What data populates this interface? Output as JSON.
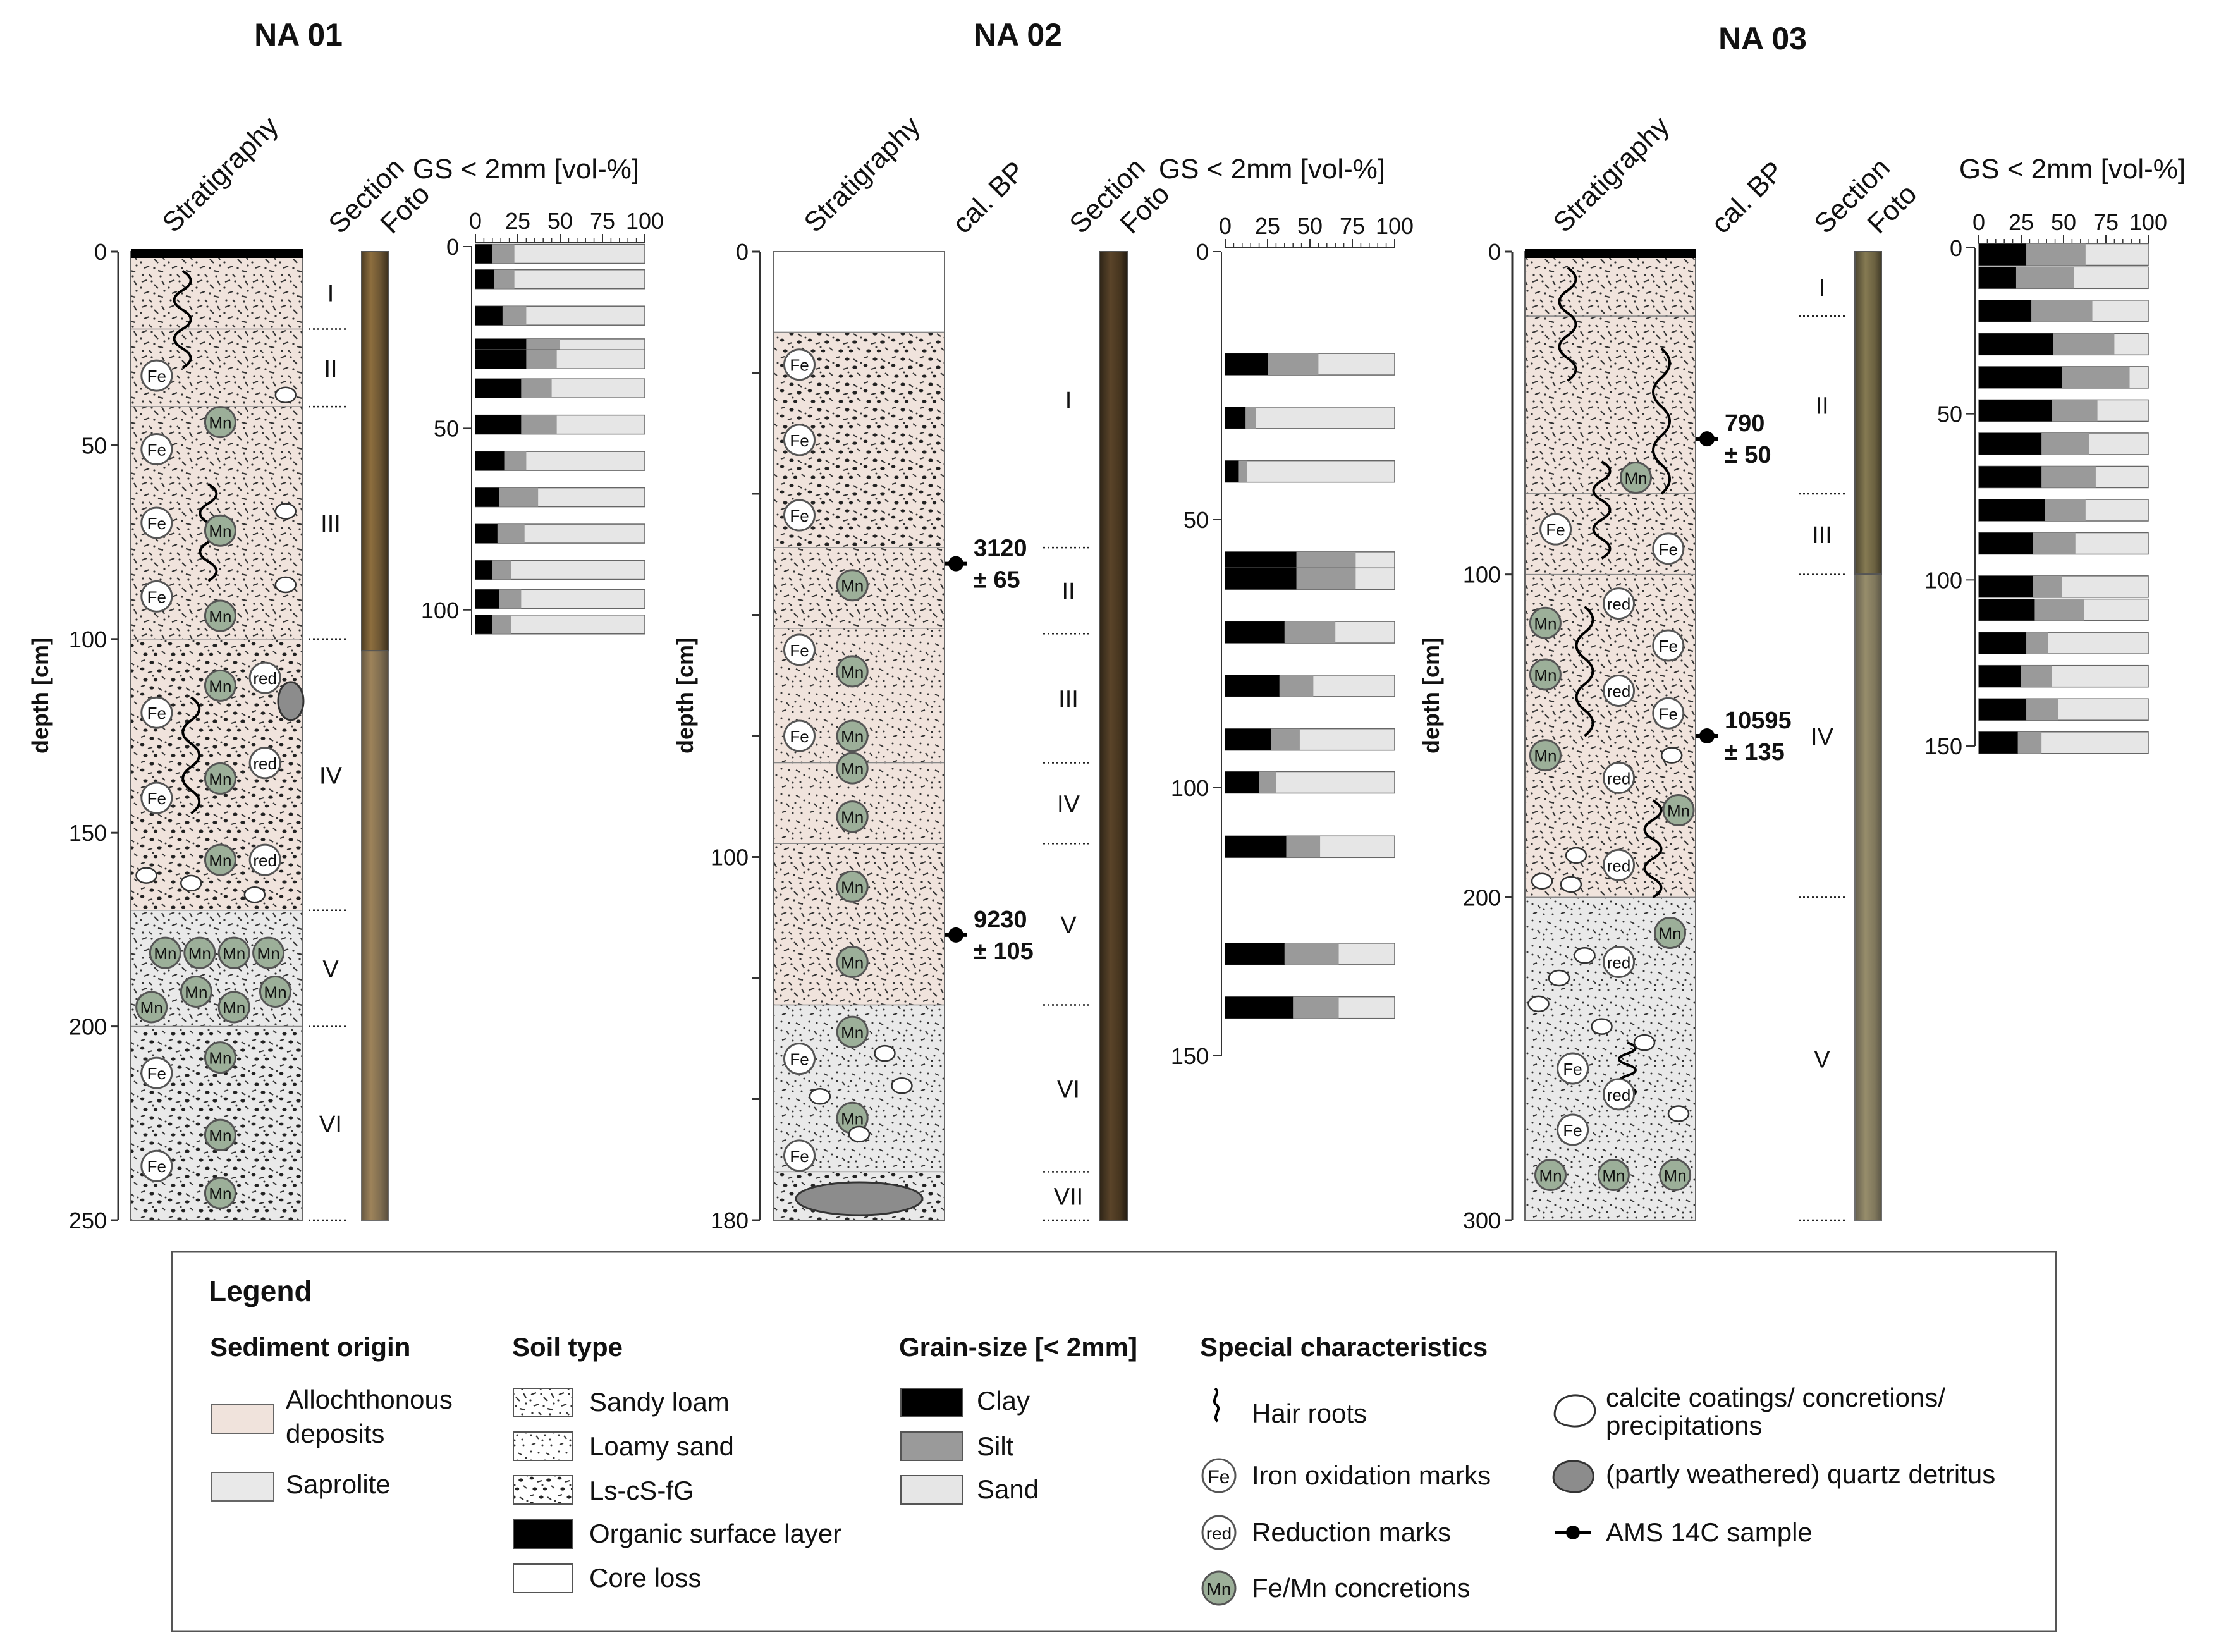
{
  "colors": {
    "allochthonous": "#f0e3dc",
    "saprolite": "#e9e9e9",
    "clay": "#000000",
    "silt": "#9a9a9a",
    "sand": "#e6e6e6",
    "mn": "#9caf99",
    "quartz": "#8c8c8c"
  },
  "profiles": [
    {
      "title": "NA 01",
      "maxDepth": 250,
      "stratigraphy_label": "Stratigraphy",
      "section_label": "Section",
      "foto_label": "Foto",
      "has_calbp": false,
      "yticks": [
        "0",
        "50",
        "100",
        "150",
        "200",
        "250"
      ],
      "ylabel": "depth [cm]",
      "gs_label": "GS < 2mm [vol-%]",
      "gs_ticks": [
        "0",
        "25",
        "50",
        "75",
        "100"
      ],
      "gs_depth_ticks": [
        "0",
        "50",
        "100"
      ],
      "organic_top": true,
      "units": [
        {
          "from": 0,
          "to": 20,
          "origin": "allochthonous",
          "soil": "sandy"
        },
        {
          "from": 20,
          "to": 40,
          "origin": "allochthonous",
          "soil": "sandy"
        },
        {
          "from": 40,
          "to": 100,
          "origin": "allochthonous",
          "soil": "sandy"
        },
        {
          "from": 100,
          "to": 170,
          "origin": "allochthonous",
          "soil": "ls"
        },
        {
          "from": 170,
          "to": 200,
          "origin": "saprolite",
          "soil": "sandy"
        },
        {
          "from": 200,
          "to": 250,
          "origin": "saprolite",
          "soil": "ls"
        }
      ],
      "sections": [
        {
          "label": "I",
          "from": 1,
          "to": 20
        },
        {
          "label": "II",
          "from": 20,
          "to": 40
        },
        {
          "label": "III",
          "from": 40,
          "to": 100
        },
        {
          "label": "IV",
          "from": 100,
          "to": 170
        },
        {
          "label": "V",
          "from": 170,
          "to": 200
        },
        {
          "label": "VI",
          "from": 200,
          "to": 250
        }
      ],
      "symbols": [
        {
          "k": "fe",
          "x": 0.15,
          "d": 32
        },
        {
          "k": "fe",
          "x": 0.15,
          "d": 51
        },
        {
          "k": "fe",
          "x": 0.15,
          "d": 70
        },
        {
          "k": "fe",
          "x": 0.15,
          "d": 89
        },
        {
          "k": "fe",
          "x": 0.15,
          "d": 119
        },
        {
          "k": "fe",
          "x": 0.15,
          "d": 141
        },
        {
          "k": "fe",
          "x": 0.15,
          "d": 212
        },
        {
          "k": "fe",
          "x": 0.15,
          "d": 236
        },
        {
          "k": "mn",
          "x": 0.52,
          "d": 44
        },
        {
          "k": "mn",
          "x": 0.52,
          "d": 72
        },
        {
          "k": "mn",
          "x": 0.52,
          "d": 94
        },
        {
          "k": "mn",
          "x": 0.52,
          "d": 112
        },
        {
          "k": "mn",
          "x": 0.52,
          "d": 136
        },
        {
          "k": "mn",
          "x": 0.52,
          "d": 157
        },
        {
          "k": "mn",
          "x": 0.2,
          "d": 181
        },
        {
          "k": "mn",
          "x": 0.4,
          "d": 181
        },
        {
          "k": "mn",
          "x": 0.6,
          "d": 181
        },
        {
          "k": "mn",
          "x": 0.8,
          "d": 181
        },
        {
          "k": "mn",
          "x": 0.12,
          "d": 195
        },
        {
          "k": "mn",
          "x": 0.38,
          "d": 191
        },
        {
          "k": "mn",
          "x": 0.6,
          "d": 195
        },
        {
          "k": "mn",
          "x": 0.84,
          "d": 191
        },
        {
          "k": "mn",
          "x": 0.52,
          "d": 208
        },
        {
          "k": "mn",
          "x": 0.52,
          "d": 228
        },
        {
          "k": "mn",
          "x": 0.52,
          "d": 243
        },
        {
          "k": "red",
          "x": 0.78,
          "d": 110
        },
        {
          "k": "red",
          "x": 0.78,
          "d": 132
        },
        {
          "k": "red",
          "x": 0.78,
          "d": 157
        },
        {
          "k": "calc",
          "x": 0.9,
          "d": 37
        },
        {
          "k": "calc",
          "x": 0.9,
          "d": 67
        },
        {
          "k": "calc",
          "x": 0.9,
          "d": 86
        },
        {
          "k": "calc",
          "x": 0.09,
          "d": 161
        },
        {
          "k": "calc",
          "x": 0.35,
          "d": 163
        },
        {
          "k": "calc",
          "x": 0.72,
          "d": 166
        },
        {
          "k": "quartz",
          "x": 0.93,
          "d": 116
        }
      ],
      "roots": [
        [
          0.3,
          5,
          30
        ],
        [
          0.45,
          60,
          85
        ],
        [
          0.35,
          115,
          145
        ]
      ],
      "ams": [],
      "gs_bars": [
        {
          "d": 2,
          "clay": 10,
          "silt": 13
        },
        {
          "d": 9,
          "clay": 11,
          "silt": 12
        },
        {
          "d": 19,
          "clay": 16,
          "silt": 14
        },
        {
          "d": 28,
          "clay": 30,
          "silt": 20
        },
        {
          "d": 31,
          "clay": 30,
          "silt": 18
        },
        {
          "d": 39,
          "clay": 27,
          "silt": 18
        },
        {
          "d": 49,
          "clay": 27,
          "silt": 21
        },
        {
          "d": 59,
          "clay": 17,
          "silt": 13
        },
        {
          "d": 69,
          "clay": 14,
          "silt": 23
        },
        {
          "d": 79,
          "clay": 13,
          "silt": 16
        },
        {
          "d": 89,
          "clay": 10,
          "silt": 11
        },
        {
          "d": 97,
          "clay": 14,
          "silt": 13
        },
        {
          "d": 104,
          "clay": 10,
          "silt": 11
        }
      ]
    },
    {
      "title": "NA 02",
      "maxDepth": 180,
      "stratigraphy_label": "Stratigraphy",
      "calbp_label": "cal. BP",
      "section_label": "Section",
      "foto_label": "Foto",
      "has_calbp": true,
      "yticks": [
        "0",
        "",
        "",
        "",
        "",
        "100",
        "",
        "",
        "180"
      ],
      "ylabel": "depth [cm]",
      "gs_label": "GS < 2mm [vol-%]",
      "gs_ticks": [
        "0",
        "25",
        "50",
        "75",
        "100"
      ],
      "gs_depth_ticks": [
        "0",
        "50",
        "100",
        "150"
      ],
      "organic_top": false,
      "core_loss": [
        0,
        15
      ],
      "units": [
        {
          "from": 15,
          "to": 55,
          "origin": "allochthonous",
          "soil": "ls"
        },
        {
          "from": 55,
          "to": 70,
          "origin": "allochthonous",
          "soil": "sandy"
        },
        {
          "from": 70,
          "to": 95,
          "origin": "allochthonous",
          "soil": "loamy"
        },
        {
          "from": 95,
          "to": 110,
          "origin": "allochthonous",
          "soil": "loamy"
        },
        {
          "from": 110,
          "to": 140,
          "origin": "allochthonous",
          "soil": "sandy"
        },
        {
          "from": 140,
          "to": 171,
          "origin": "saprolite",
          "soil": "loamy"
        },
        {
          "from": 171,
          "to": 180,
          "origin": "saprolite",
          "soil": "ls"
        }
      ],
      "sections": [
        {
          "label": "I",
          "from": 0,
          "to": 55
        },
        {
          "label": "II",
          "from": 55,
          "to": 71
        },
        {
          "label": "III",
          "from": 71,
          "to": 95
        },
        {
          "label": "IV",
          "from": 95,
          "to": 110
        },
        {
          "label": "V",
          "from": 110,
          "to": 140
        },
        {
          "label": "VI",
          "from": 140,
          "to": 171
        },
        {
          "label": "VII",
          "from": 171,
          "to": 180
        }
      ],
      "symbols": [
        {
          "k": "fe",
          "x": 0.15,
          "d": 21
        },
        {
          "k": "fe",
          "x": 0.15,
          "d": 35
        },
        {
          "k": "fe",
          "x": 0.15,
          "d": 49
        },
        {
          "k": "fe",
          "x": 0.15,
          "d": 74
        },
        {
          "k": "fe",
          "x": 0.15,
          "d": 90
        },
        {
          "k": "fe",
          "x": 0.15,
          "d": 150
        },
        {
          "k": "fe",
          "x": 0.15,
          "d": 168
        },
        {
          "k": "mn",
          "x": 0.46,
          "d": 62
        },
        {
          "k": "mn",
          "x": 0.46,
          "d": 78
        },
        {
          "k": "mn",
          "x": 0.46,
          "d": 90
        },
        {
          "k": "mn",
          "x": 0.46,
          "d": 96
        },
        {
          "k": "mn",
          "x": 0.46,
          "d": 105
        },
        {
          "k": "mn",
          "x": 0.46,
          "d": 118
        },
        {
          "k": "mn",
          "x": 0.46,
          "d": 132
        },
        {
          "k": "mn",
          "x": 0.46,
          "d": 145
        },
        {
          "k": "mn",
          "x": 0.46,
          "d": 161
        },
        {
          "k": "calc",
          "x": 0.65,
          "d": 149
        },
        {
          "k": "calc",
          "x": 0.27,
          "d": 157
        },
        {
          "k": "calc",
          "x": 0.75,
          "d": 155
        },
        {
          "k": "calc",
          "x": 0.5,
          "d": 164
        },
        {
          "k": "quartz",
          "x": 0.5,
          "d": 176
        }
      ],
      "roots": [],
      "ams": [
        {
          "d": 58,
          "age": "3120",
          "err": "± 65"
        },
        {
          "d": 127,
          "age": "9230",
          "err": "± 105"
        }
      ],
      "gs_bars": [
        {
          "d": 21,
          "clay": 25,
          "silt": 30
        },
        {
          "d": 31,
          "clay": 12,
          "silt": 6
        },
        {
          "d": 41,
          "clay": 8,
          "silt": 5
        },
        {
          "d": 58,
          "clay": 42,
          "silt": 35
        },
        {
          "d": 61,
          "clay": 42,
          "silt": 35
        },
        {
          "d": 71,
          "clay": 35,
          "silt": 30
        },
        {
          "d": 81,
          "clay": 32,
          "silt": 20
        },
        {
          "d": 91,
          "clay": 27,
          "silt": 17
        },
        {
          "d": 99,
          "clay": 20,
          "silt": 10
        },
        {
          "d": 111,
          "clay": 36,
          "silt": 20
        },
        {
          "d": 131,
          "clay": 35,
          "silt": 32
        },
        {
          "d": 141,
          "clay": 40,
          "silt": 27
        }
      ]
    },
    {
      "title": "NA 03",
      "maxDepth": 300,
      "stratigraphy_label": "Stratigraphy",
      "calbp_label": "cal. BP",
      "section_label": "Section",
      "foto_label": "Foto",
      "has_calbp": true,
      "yticks": [
        "0",
        "100",
        "200",
        "300"
      ],
      "ylabel": "depth [cm]",
      "gs_label": "GS < 2mm [vol-%]",
      "gs_ticks": [
        "0",
        "25",
        "50",
        "75",
        "100"
      ],
      "gs_depth_ticks": [
        "0",
        "50",
        "100",
        "150"
      ],
      "organic_top": true,
      "units": [
        {
          "from": 0,
          "to": 20,
          "origin": "allochthonous",
          "soil": "sandy"
        },
        {
          "from": 20,
          "to": 75,
          "origin": "allochthonous",
          "soil": "sandy"
        },
        {
          "from": 75,
          "to": 100,
          "origin": "allochthonous",
          "soil": "sandy"
        },
        {
          "from": 100,
          "to": 200,
          "origin": "allochthonous",
          "soil": "sandy"
        },
        {
          "from": 200,
          "to": 300,
          "origin": "saprolite",
          "soil": "loamy"
        }
      ],
      "sections": [
        {
          "label": "I",
          "from": 2,
          "to": 20
        },
        {
          "label": "II",
          "from": 20,
          "to": 75
        },
        {
          "label": "III",
          "from": 75,
          "to": 100
        },
        {
          "label": "IV",
          "from": 100,
          "to": 200
        },
        {
          "label": "V",
          "from": 200,
          "to": 300
        }
      ],
      "symbols": [
        {
          "k": "mn",
          "x": 0.65,
          "d": 70
        },
        {
          "k": "fe",
          "x": 0.18,
          "d": 86
        },
        {
          "k": "fe",
          "x": 0.84,
          "d": 92
        },
        {
          "k": "mn",
          "x": 0.12,
          "d": 115
        },
        {
          "k": "red",
          "x": 0.55,
          "d": 109
        },
        {
          "k": "fe",
          "x": 0.84,
          "d": 122
        },
        {
          "k": "mn",
          "x": 0.12,
          "d": 131
        },
        {
          "k": "red",
          "x": 0.55,
          "d": 136
        },
        {
          "k": "fe",
          "x": 0.84,
          "d": 143
        },
        {
          "k": "mn",
          "x": 0.12,
          "d": 156
        },
        {
          "k": "red",
          "x": 0.55,
          "d": 163
        },
        {
          "k": "mn",
          "x": 0.9,
          "d": 173
        },
        {
          "k": "red",
          "x": 0.55,
          "d": 190
        },
        {
          "k": "mn",
          "x": 0.85,
          "d": 211
        },
        {
          "k": "red",
          "x": 0.55,
          "d": 220
        },
        {
          "k": "fe",
          "x": 0.28,
          "d": 253
        },
        {
          "k": "red",
          "x": 0.55,
          "d": 261
        },
        {
          "k": "fe",
          "x": 0.28,
          "d": 272
        },
        {
          "k": "mn",
          "x": 0.15,
          "d": 286
        },
        {
          "k": "mn",
          "x": 0.52,
          "d": 286
        },
        {
          "k": "mn",
          "x": 0.88,
          "d": 286
        },
        {
          "k": "calc",
          "x": 0.1,
          "d": 195
        },
        {
          "k": "calc",
          "x": 0.27,
          "d": 196
        },
        {
          "k": "calc",
          "x": 0.3,
          "d": 187
        },
        {
          "k": "calc",
          "x": 0.86,
          "d": 156
        },
        {
          "k": "calc",
          "x": 0.2,
          "d": 225
        },
        {
          "k": "calc",
          "x": 0.35,
          "d": 218
        },
        {
          "k": "calc",
          "x": 0.08,
          "d": 233
        },
        {
          "k": "calc",
          "x": 0.9,
          "d": 267
        },
        {
          "k": "calc",
          "x": 0.45,
          "d": 240
        },
        {
          "k": "calc",
          "x": 0.7,
          "d": 245
        }
      ],
      "roots": [
        [
          0.25,
          5,
          40
        ],
        [
          0.8,
          30,
          75
        ],
        [
          0.45,
          65,
          95
        ],
        [
          0.35,
          110,
          150
        ],
        [
          0.75,
          170,
          200
        ],
        [
          0.6,
          245,
          262
        ]
      ],
      "ams": [
        {
          "d": 58,
          "age": "790",
          "err": "± 50"
        },
        {
          "d": 150,
          "age": "10595",
          "err": "± 135"
        }
      ],
      "gs_bars": [
        {
          "d": 2,
          "clay": 28,
          "silt": 35
        },
        {
          "d": 9,
          "clay": 22,
          "silt": 34
        },
        {
          "d": 19,
          "clay": 31,
          "silt": 36
        },
        {
          "d": 29,
          "clay": 44,
          "silt": 36
        },
        {
          "d": 39,
          "clay": 49,
          "silt": 40
        },
        {
          "d": 49,
          "clay": 43,
          "silt": 27
        },
        {
          "d": 59,
          "clay": 37,
          "silt": 28
        },
        {
          "d": 69,
          "clay": 37,
          "silt": 32
        },
        {
          "d": 79,
          "clay": 39,
          "silt": 24
        },
        {
          "d": 89,
          "clay": 32,
          "silt": 25
        },
        {
          "d": 102,
          "clay": 32,
          "silt": 17
        },
        {
          "d": 109,
          "clay": 33,
          "silt": 29
        },
        {
          "d": 119,
          "clay": 28,
          "silt": 13
        },
        {
          "d": 129,
          "clay": 25,
          "silt": 18
        },
        {
          "d": 139,
          "clay": 28,
          "silt": 19
        },
        {
          "d": 149,
          "clay": 23,
          "silt": 14
        }
      ]
    }
  ],
  "legend": {
    "title": "Legend",
    "sediment_origin": {
      "heading": "Sediment origin",
      "items": [
        "Allochthonous deposits",
        "Saprolite"
      ],
      "lines": [
        [
          "Allochthonous",
          "deposits"
        ],
        [
          "Saprolite"
        ]
      ]
    },
    "soil_type": {
      "heading": "Soil type",
      "items": [
        "Sandy loam",
        "Loamy sand",
        "Ls-cS-fG",
        "Organic surface layer",
        "Core loss"
      ]
    },
    "grain_size": {
      "heading": "Grain-size [< 2mm]",
      "items": [
        "Clay",
        "Silt",
        "Sand"
      ]
    },
    "special": {
      "heading": "Special characteristics",
      "items": [
        "Hair roots",
        "Iron oxidation marks",
        "Reduction marks",
        "Fe/Mn concretions",
        "calcite coatings/ concretions/ precipitations",
        "(partly weathered) quartz detritus",
        "AMS 14C sample"
      ],
      "calcite_lines": [
        "calcite coatings/ concretions/",
        "precipitations"
      ]
    },
    "symbol_texts": {
      "fe": "Fe",
      "red": "red",
      "mn": "Mn"
    }
  }
}
